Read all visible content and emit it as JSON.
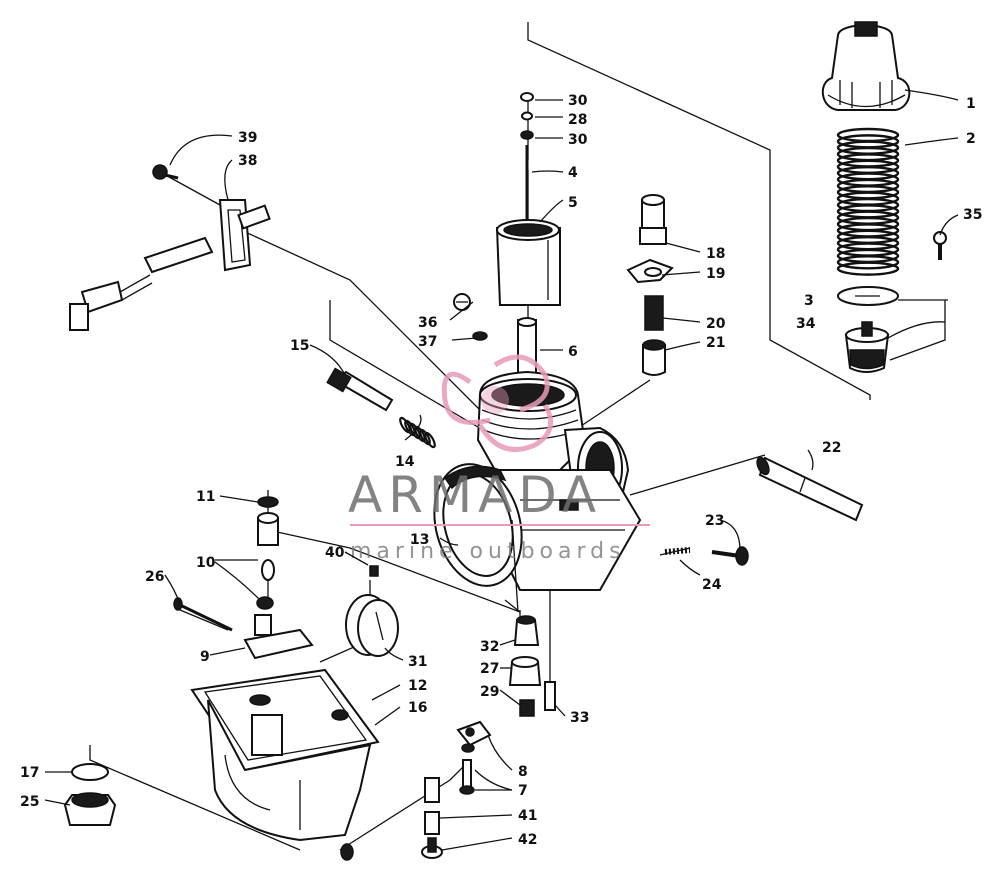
{
  "watermark": {
    "brand": "ARMADA",
    "tagline": "marine outboards",
    "accent_color": "#e89ab8"
  },
  "callouts": [
    {
      "id": "c1",
      "label": "1"
    },
    {
      "id": "c2",
      "label": "2"
    },
    {
      "id": "c3",
      "label": "3"
    },
    {
      "id": "c4",
      "label": "4"
    },
    {
      "id": "c5",
      "label": "5"
    },
    {
      "id": "c6",
      "label": "6"
    },
    {
      "id": "c7",
      "label": "7"
    },
    {
      "id": "c8",
      "label": "8"
    },
    {
      "id": "c9",
      "label": "9"
    },
    {
      "id": "c10",
      "label": "10"
    },
    {
      "id": "c11",
      "label": "11"
    },
    {
      "id": "c12",
      "label": "12"
    },
    {
      "id": "c13",
      "label": "13"
    },
    {
      "id": "c14",
      "label": "14"
    },
    {
      "id": "c15",
      "label": "15"
    },
    {
      "id": "c16",
      "label": "16"
    },
    {
      "id": "c17",
      "label": "17"
    },
    {
      "id": "c18",
      "label": "18"
    },
    {
      "id": "c19",
      "label": "19"
    },
    {
      "id": "c20",
      "label": "20"
    },
    {
      "id": "c21",
      "label": "21"
    },
    {
      "id": "c22",
      "label": "22"
    },
    {
      "id": "c23",
      "label": "23"
    },
    {
      "id": "c24",
      "label": "24"
    },
    {
      "id": "c25",
      "label": "25"
    },
    {
      "id": "c26",
      "label": "26"
    },
    {
      "id": "c27",
      "label": "27"
    },
    {
      "id": "c28",
      "label": "28"
    },
    {
      "id": "c29",
      "label": "29"
    },
    {
      "id": "c30a",
      "label": "30"
    },
    {
      "id": "c30b",
      "label": "30"
    },
    {
      "id": "c31",
      "label": "31"
    },
    {
      "id": "c32",
      "label": "32"
    },
    {
      "id": "c33",
      "label": "33"
    },
    {
      "id": "c34",
      "label": "34"
    },
    {
      "id": "c35",
      "label": "35"
    },
    {
      "id": "c36",
      "label": "36"
    },
    {
      "id": "c37",
      "label": "37"
    },
    {
      "id": "c38",
      "label": "38"
    },
    {
      "id": "c39",
      "label": "39"
    },
    {
      "id": "c40",
      "label": "40"
    },
    {
      "id": "c41",
      "label": "41"
    },
    {
      "id": "c42",
      "label": "42"
    }
  ]
}
